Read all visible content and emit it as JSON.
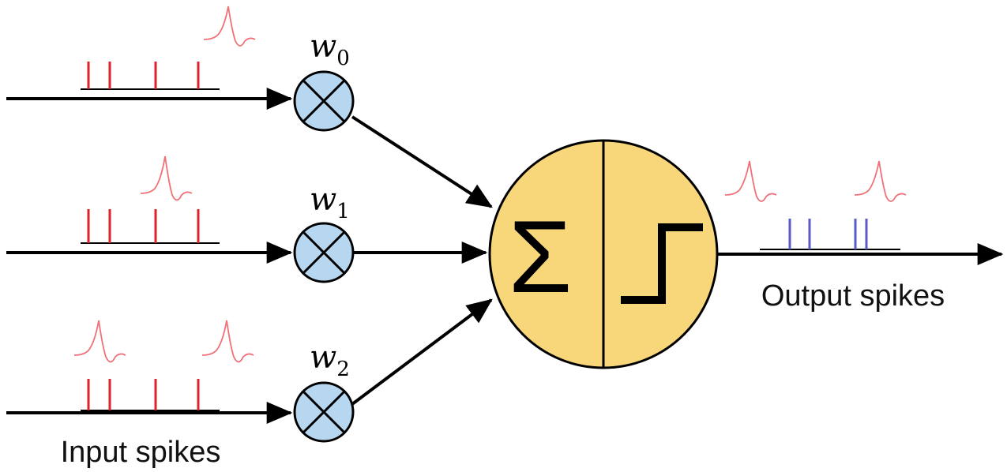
{
  "weights": [
    {
      "symbol": "w",
      "subscript": "0"
    },
    {
      "symbol": "w",
      "subscript": "1"
    },
    {
      "symbol": "w",
      "subscript": "2"
    }
  ],
  "neuron": {
    "sum_symbol": "Σ"
  },
  "labels": {
    "input": "Input spikes",
    "output": "Output spikes"
  },
  "colors": {
    "spike_input": "#e0202a",
    "spike_output": "#5a5ac8",
    "waveform": "#f07078",
    "weight_fill": "#b7d6ef",
    "neuron_fill": "#f7d77a",
    "stroke": "#000000"
  }
}
